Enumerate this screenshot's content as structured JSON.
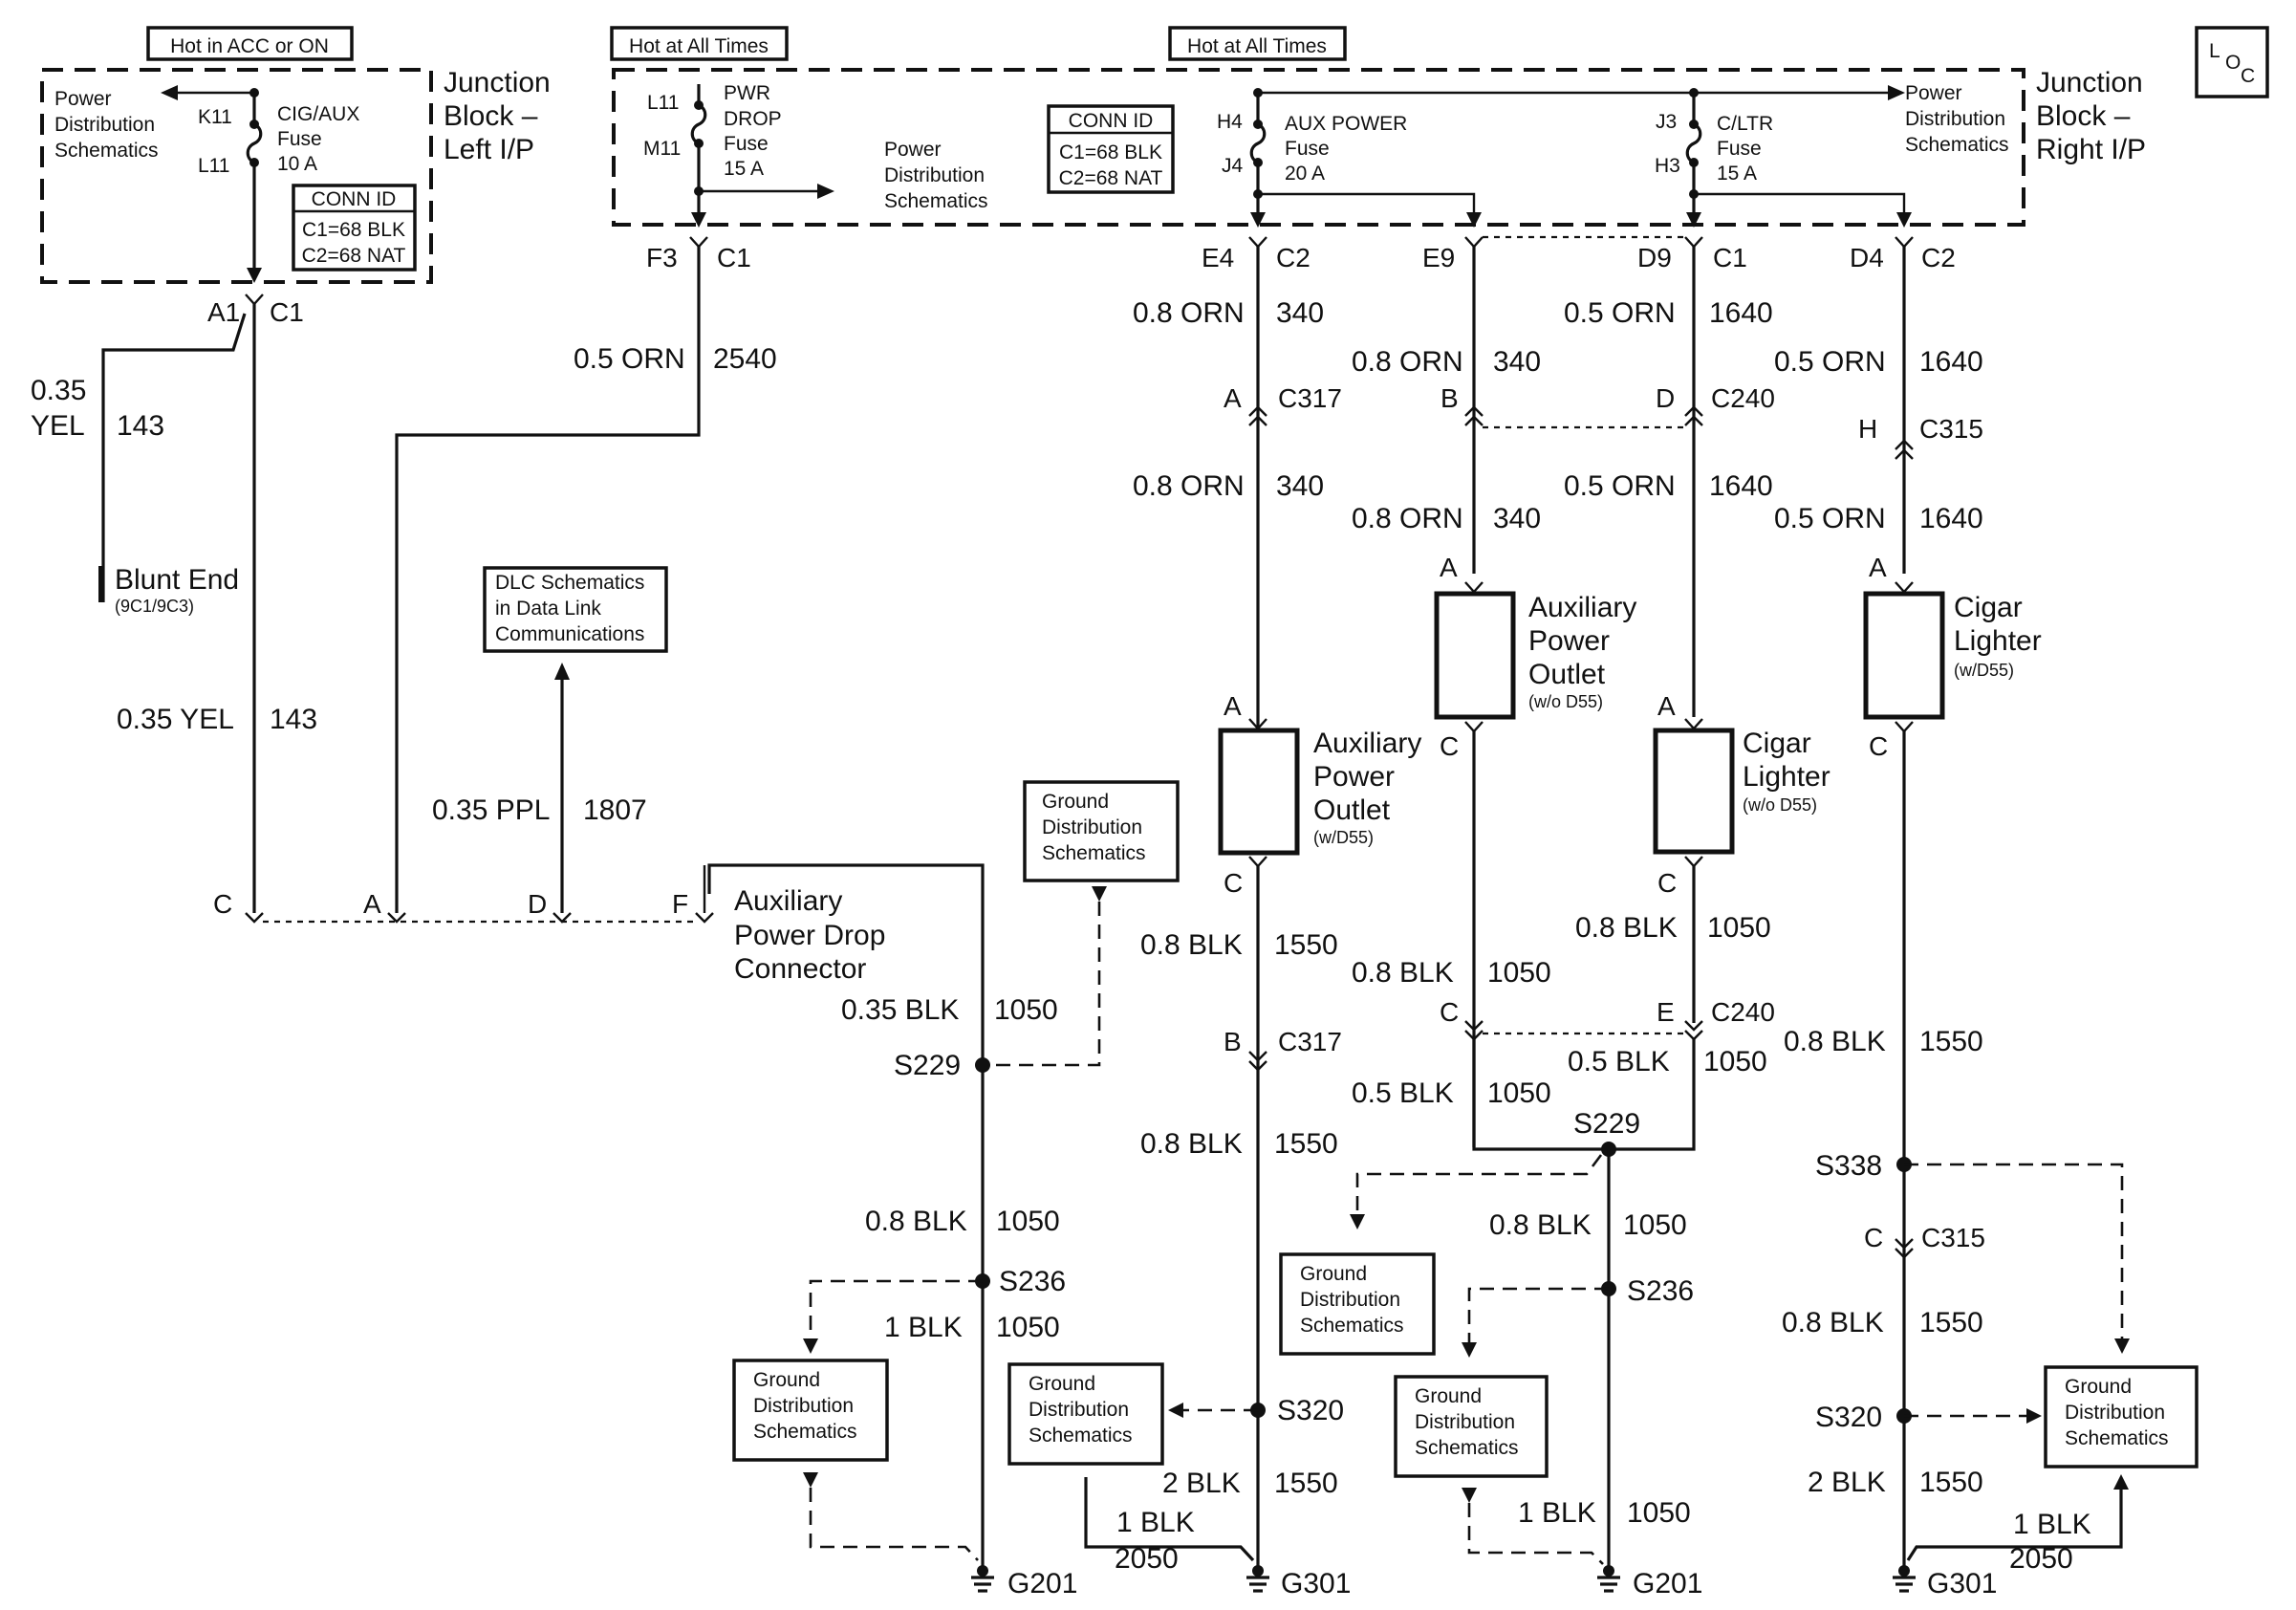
{
  "banners": {
    "left": "Hot in ACC or ON",
    "mid": "Hot at All Times",
    "right": "Hot at All Times"
  },
  "loc_badge": {
    "l": "L",
    "o": "O",
    "c": "C"
  },
  "jb_left": {
    "title": [
      "Junction",
      "Block –",
      "Left I/P"
    ],
    "pd_note": [
      "Power",
      "Distribution",
      "Schematics"
    ],
    "fuse_top_pin": "K11",
    "fuse_bottom_pin": "L11",
    "fuse": [
      "CIG/AUX",
      "Fuse",
      "10 A"
    ],
    "conn": {
      "title": "CONN ID",
      "c1": "C1=68 BLK",
      "c2": "C2=68 NAT"
    }
  },
  "jb_right": {
    "title": [
      "Junction",
      "Block –",
      "Right I/P"
    ],
    "pwr_top_pin": "L11",
    "pwr_bottom_pin": "M11",
    "pwr_fuse": [
      "PWR",
      "DROP",
      "Fuse",
      "15 A"
    ],
    "pd_note_mid": [
      "Power",
      "Distribution",
      "Schematics"
    ],
    "pd_note_right": [
      "Power",
      "Distribution",
      "Schematics"
    ],
    "conn": {
      "title": "CONN ID",
      "c1": "C1=68 BLK",
      "c2": "C2=68 NAT"
    },
    "aux_top_pin": "H4",
    "aux_bottom_pin": "J4",
    "aux_fuse": [
      "AUX POWER",
      "Fuse",
      "20 A"
    ],
    "cltr_top_pin": "J3",
    "cltr_bottom_pin": "H3",
    "cltr_fuse": [
      "C/LTR",
      "Fuse",
      "15 A"
    ]
  },
  "pins": {
    "a1": "A1",
    "c1_left": "C1",
    "f3": "F3",
    "c1_mid": "C1",
    "e4": "E4",
    "c2_e4": "C2",
    "e9": "E9",
    "d9": "D9",
    "c1_d9": "C1",
    "d4": "D4",
    "c2_d4": "C2"
  },
  "wires": {
    "yel_143_top": {
      "size": [
        "0.35",
        "YEL"
      ],
      "circuit": "143"
    },
    "orn_2540": {
      "size": "0.5 ORN",
      "circuit": "2540"
    },
    "orn_340_a": {
      "size": "0.8 ORN",
      "circuit": "340"
    },
    "orn_340_b": {
      "size": "0.8 ORN",
      "circuit": "340"
    },
    "orn_1640_a": {
      "size": "0.5 ORN",
      "circuit": "1640"
    },
    "orn_1640_b": {
      "size": "0.5 ORN",
      "circuit": "1640"
    },
    "orn_340_c": {
      "size": "0.8 ORN",
      "circuit": "340"
    },
    "orn_340_d": {
      "size": "0.8 ORN",
      "circuit": "340"
    },
    "orn_1640_c": {
      "size": "0.5 ORN",
      "circuit": "1640"
    },
    "orn_1640_d": {
      "size": "0.5 ORN",
      "circuit": "1640"
    },
    "yel_143_low": {
      "size": "0.35 YEL",
      "circuit": "143"
    },
    "ppl_1807": {
      "size": "0.35 PPL",
      "circuit": "1807"
    },
    "blk_1050_apd": {
      "size": "0.35 BLK",
      "circuit": "1050"
    },
    "blk_1050_s236_up": {
      "size": "0.8 BLK",
      "circuit": "1050"
    },
    "blk_1050_s236_dn": {
      "size": "1 BLK",
      "circuit": "1050"
    },
    "blk_1550_317a": {
      "size": "0.8 BLK",
      "circuit": "1550"
    },
    "blk_1550_317b": {
      "size": "0.8 BLK",
      "circuit": "1550"
    },
    "blk_1550_g301a": {
      "size": "2 BLK",
      "circuit": "1550"
    },
    "blk_2050_a": {
      "size": "1 BLK",
      "circuit": "2050"
    },
    "blk_1050_e9": {
      "size": "0.8 BLK",
      "circuit": "1050"
    },
    "blk_1050_cig": {
      "size": "0.8 BLK",
      "circuit": "1050"
    },
    "blk_1050_c240_l": {
      "size": "0.5 BLK",
      "circuit": "1050"
    },
    "blk_1050_c240_r": {
      "size": "0.5 BLK",
      "circuit": "1050"
    },
    "blk_1050_s236b": {
      "size": "0.8 BLK",
      "circuit": "1050"
    },
    "blk_1050_g201b": {
      "size": "1 BLK",
      "circuit": "1050"
    },
    "blk_1550_right_a": {
      "size": "0.8 BLK",
      "circuit": "1550"
    },
    "blk_1550_right_b": {
      "size": "0.8 BLK",
      "circuit": "1550"
    },
    "blk_1550_right_c": {
      "size": "2 BLK",
      "circuit": "1550"
    },
    "blk_2050_b": {
      "size": "1 BLK",
      "circuit": "2050"
    }
  },
  "connectors": {
    "c317": {
      "name": "C317",
      "top_pin": "A",
      "bottom_pin": "B"
    },
    "c240": {
      "name": "C240",
      "top_pin_b": "B",
      "top_pin_d": "D",
      "bottom_pin_c": "C",
      "bottom_pin_e": "E"
    },
    "c315": {
      "name": "C315",
      "top_pin": "H",
      "bottom_pin": "C"
    },
    "c317_bottom_name": "C317",
    "c240_bottom_name": "C240",
    "c315_bottom_name": "C315",
    "apd": {
      "c": "C",
      "a": "A",
      "d": "D",
      "f": "F"
    }
  },
  "components": {
    "blunt_end": {
      "label": "Blunt End",
      "note": "(9C1/9C3)"
    },
    "dlc_note": [
      "DLC Schematics",
      "in Data Link",
      "Communications"
    ],
    "apd_connector": [
      "Auxiliary",
      "Power Drop",
      "Connector"
    ],
    "aux_outlet_d55": {
      "label": [
        "Auxiliary",
        "Power",
        "Outlet"
      ],
      "note": "(w/D55)",
      "pin_top": "A",
      "pin_bottom": "C"
    },
    "aux_outlet_nod55": {
      "label": [
        "Auxiliary",
        "Power",
        "Outlet"
      ],
      "note": "(w/o D55)",
      "pin_top": "A",
      "pin_bottom": "C"
    },
    "cigar_nod55": {
      "label": [
        "Cigar",
        "Lighter"
      ],
      "note": "(w/o D55)",
      "pin_top": "A",
      "pin_bottom": "C"
    },
    "cigar_d55": {
      "label": [
        "Cigar",
        "Lighter"
      ],
      "note": "(w/D55)",
      "pin_top": "A",
      "pin_bottom": "C"
    }
  },
  "splices": {
    "s229_left": "S229",
    "s236_left": "S236",
    "s320_mid": "S320",
    "s229_right": "S229",
    "s236_right": "S236",
    "s338": "S338",
    "s320_right": "S320"
  },
  "grounds": {
    "g201_left": "G201",
    "g301_mid": "G301",
    "g201_right": "G201",
    "g301_right": "G301"
  },
  "gd_note": [
    "Ground",
    "Distribution",
    "Schematics"
  ]
}
